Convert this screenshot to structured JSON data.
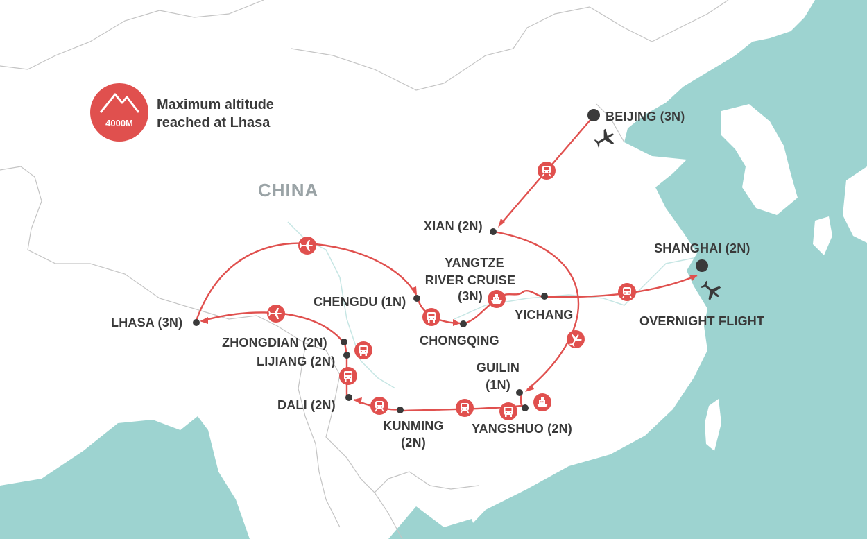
{
  "legend": {
    "altitude_badge": "4000M",
    "text_line1": "Maximum altitude",
    "text_line2": "reached at Lhasa"
  },
  "country_label": "CHINA",
  "stops": {
    "beijing": "BEIJING (3N)",
    "xian": "XIAN (2N)",
    "shanghai": "SHANGHAI (2N)",
    "yangtze_1": "YANGTZE",
    "yangtze_2": "RIVER CRUISE",
    "yangtze_3": "(3N)",
    "chengdu": "CHENGDU (1N)",
    "yichang": "YICHANG",
    "chongqing": "CHONGQING",
    "lhasa": "LHASA (3N)",
    "zhongdian": "ZHONGDIAN (2N)",
    "lijiang": "LIJIANG (2N)",
    "guilin_1": "GUILIN",
    "guilin_2": "(1N)",
    "dali": "DALI (2N)",
    "kunming_1": "KUNMING",
    "kunming_2": "(2N)",
    "yangshuo": "YANGSHUO (2N)",
    "overnight": "OVERNIGHT FLIGHT"
  },
  "colors": {
    "sea": "#9dd3d0",
    "land": "#ffffff",
    "route": "#e0504e",
    "text": "#3a3a3a",
    "marker": "#3a3a3a"
  },
  "icons": [
    "mountain-icon",
    "plane-icon",
    "train-icon",
    "bus-icon",
    "boat-icon"
  ]
}
